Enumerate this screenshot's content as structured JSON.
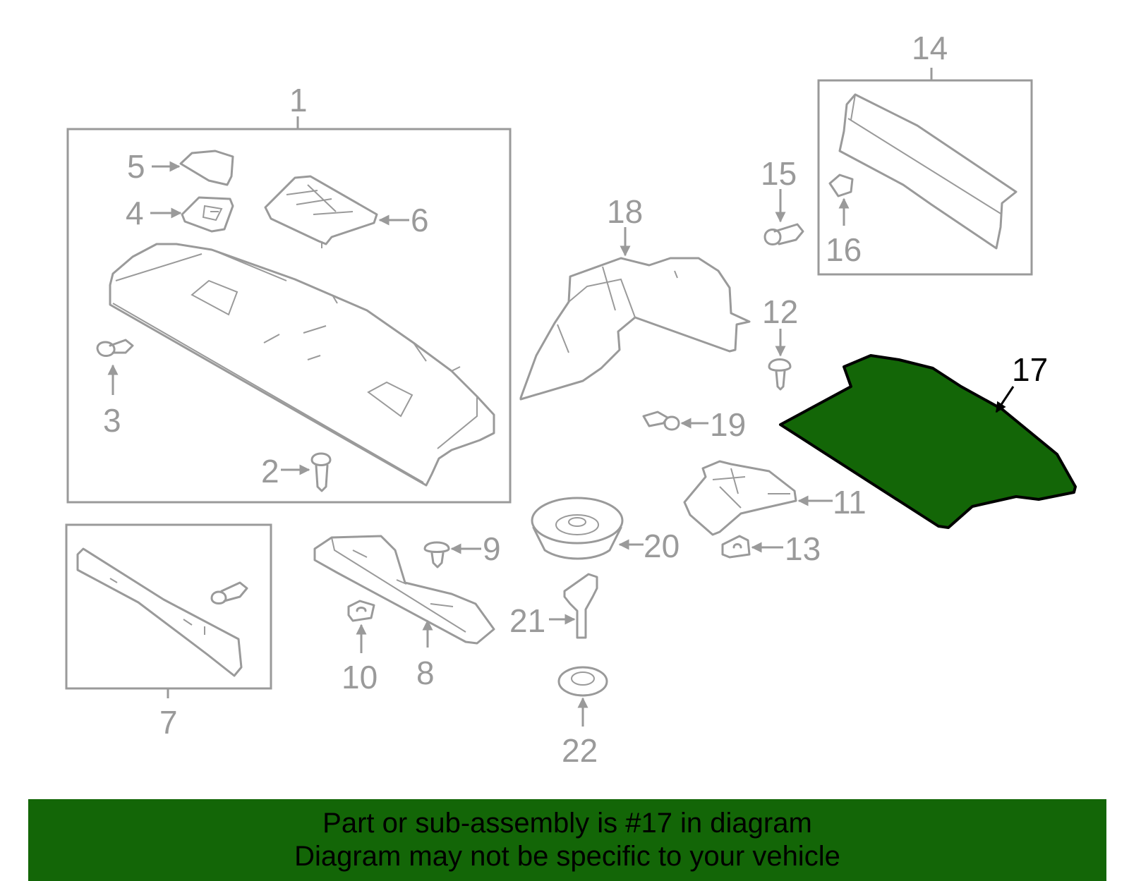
{
  "highlight": {
    "part_number": "17",
    "color": "#136607",
    "outline_color": "#000000"
  },
  "callouts": [
    {
      "id": "1"
    },
    {
      "id": "2"
    },
    {
      "id": "3"
    },
    {
      "id": "4"
    },
    {
      "id": "5"
    },
    {
      "id": "6"
    },
    {
      "id": "7"
    },
    {
      "id": "8"
    },
    {
      "id": "9"
    },
    {
      "id": "10"
    },
    {
      "id": "11"
    },
    {
      "id": "12"
    },
    {
      "id": "13"
    },
    {
      "id": "14"
    },
    {
      "id": "15"
    },
    {
      "id": "16"
    },
    {
      "id": "17"
    },
    {
      "id": "18"
    },
    {
      "id": "19"
    },
    {
      "id": "20"
    },
    {
      "id": "21"
    },
    {
      "id": "22"
    }
  ],
  "banner": {
    "line1": "Part or sub-assembly is #17 in diagram",
    "line2": "Diagram may not be specific to your vehicle",
    "background": "#136607"
  }
}
